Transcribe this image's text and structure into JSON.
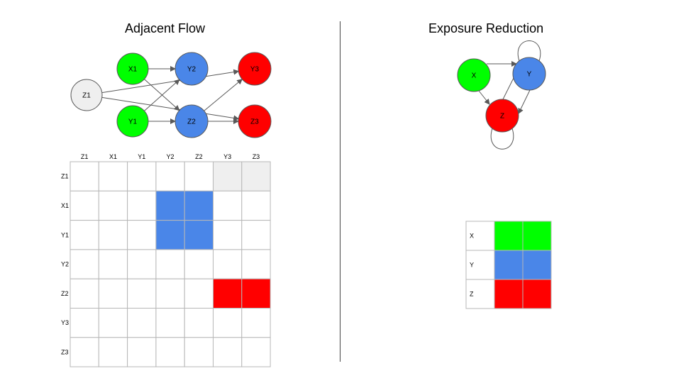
{
  "titles": {
    "left": "Adjacent Flow",
    "right": "Exposure Reduction"
  },
  "colors": {
    "green": "#00ff00",
    "blue": "#4a86e8",
    "red": "#ff0000",
    "gray": "#efefef",
    "edge": "#595959",
    "grid": "#b7b7b7"
  },
  "left_graph": {
    "nodes": [
      {
        "id": "Z1",
        "label": "Z1",
        "color": "gray"
      },
      {
        "id": "X1",
        "label": "X1",
        "color": "green"
      },
      {
        "id": "Y1",
        "label": "Y1",
        "color": "green"
      },
      {
        "id": "Y2",
        "label": "Y2",
        "color": "blue"
      },
      {
        "id": "Z2",
        "label": "Z2",
        "color": "blue"
      },
      {
        "id": "Y3",
        "label": "Y3",
        "color": "red"
      },
      {
        "id": "Z3",
        "label": "Z3",
        "color": "red"
      }
    ],
    "edges": [
      [
        "X1",
        "Y2"
      ],
      [
        "X1",
        "Z2"
      ],
      [
        "Y1",
        "Y2"
      ],
      [
        "Y1",
        "Z2"
      ],
      [
        "Z1",
        "Y3"
      ],
      [
        "Z1",
        "Z3"
      ],
      [
        "Z2",
        "Y3"
      ],
      [
        "Z2",
        "Z3"
      ]
    ]
  },
  "left_matrix": {
    "columns": [
      "Z1",
      "X1",
      "Y1",
      "Y2",
      "Z2",
      "Y3",
      "Z3"
    ],
    "rows": [
      "Z1",
      "X1",
      "Y1",
      "Y2",
      "Z2",
      "Y3",
      "Z3"
    ],
    "cells": [
      [
        null,
        null,
        null,
        null,
        null,
        "gray",
        "gray"
      ],
      [
        null,
        null,
        null,
        "blue",
        "blue",
        null,
        null
      ],
      [
        null,
        null,
        null,
        "blue",
        "blue",
        null,
        null
      ],
      [
        null,
        null,
        null,
        null,
        null,
        null,
        null
      ],
      [
        null,
        null,
        null,
        null,
        null,
        "red",
        "red"
      ],
      [
        null,
        null,
        null,
        null,
        null,
        null,
        null
      ],
      [
        null,
        null,
        null,
        null,
        null,
        null,
        null
      ]
    ]
  },
  "right_graph": {
    "nodes": [
      {
        "id": "X",
        "label": "X",
        "color": "green"
      },
      {
        "id": "Y",
        "label": "Y",
        "color": "blue"
      },
      {
        "id": "Z",
        "label": "Z",
        "color": "red"
      }
    ],
    "edges": [
      [
        "X",
        "Y"
      ],
      [
        "X",
        "Z"
      ],
      [
        "Z",
        "Y"
      ],
      [
        "Y",
        "Z"
      ],
      [
        "Y",
        "Y"
      ],
      [
        "Z",
        "Z"
      ]
    ]
  },
  "right_matrix": {
    "rows": [
      "X",
      "Y",
      "Z"
    ],
    "cells": [
      [
        "green",
        "green"
      ],
      [
        "blue",
        "blue"
      ],
      [
        "red",
        "red"
      ]
    ]
  }
}
